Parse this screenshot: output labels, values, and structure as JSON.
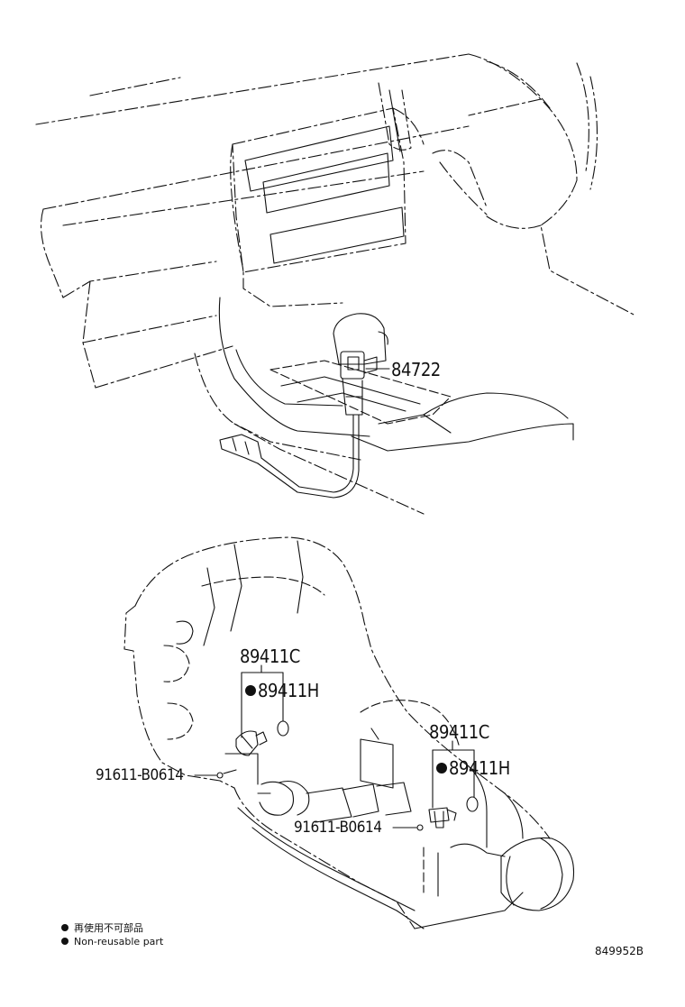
{
  "parts": {
    "shift_indicator": "84722",
    "sensor_upper": "89411C",
    "sensor_upper_sub": "89411H",
    "bolt_upper": "91611-B0614",
    "sensor_lower": "89411C",
    "sensor_lower_sub": "89411H",
    "bolt_lower": "91611-B0614"
  },
  "legend": {
    "japanese": "再使用不可部品",
    "english": "Non-reusable part"
  },
  "diagram_code": "849952B",
  "colors": {
    "line": "#111111",
    "background": "#ffffff"
  }
}
